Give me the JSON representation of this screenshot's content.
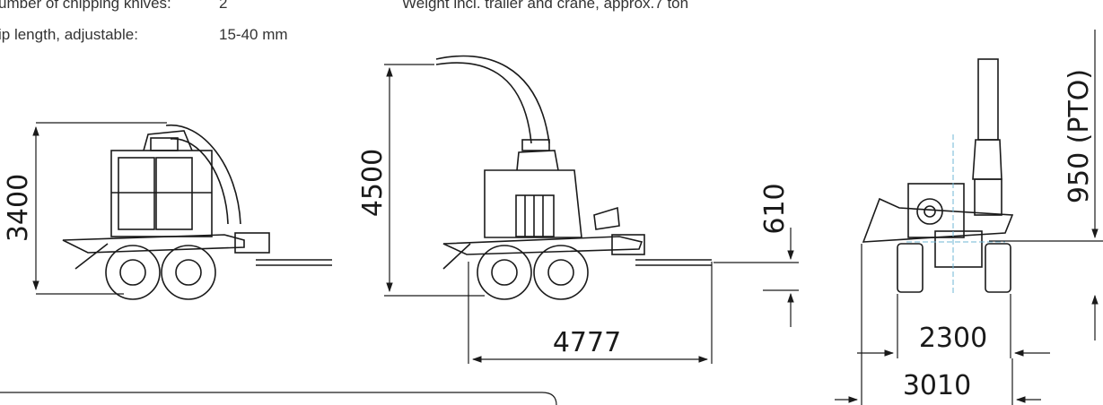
{
  "specs": {
    "knives_label": "umber of chipping knives:",
    "knives_value": "2",
    "chip_label": "ip length, adjustable:",
    "chip_value": "15-40 mm",
    "weight": "Weight incl. trailer and crane, approx.7 ton"
  },
  "dimensions": {
    "side_height": "3400",
    "front_height": "4500",
    "front_length": "4777",
    "front_pto": "610",
    "rear_pto": "950 (PTO)",
    "rear_inner_width": "2300",
    "rear_outer_width": "3010"
  },
  "colors": {
    "line": "#1a1a1a",
    "centerline": "#6fb7d6"
  }
}
